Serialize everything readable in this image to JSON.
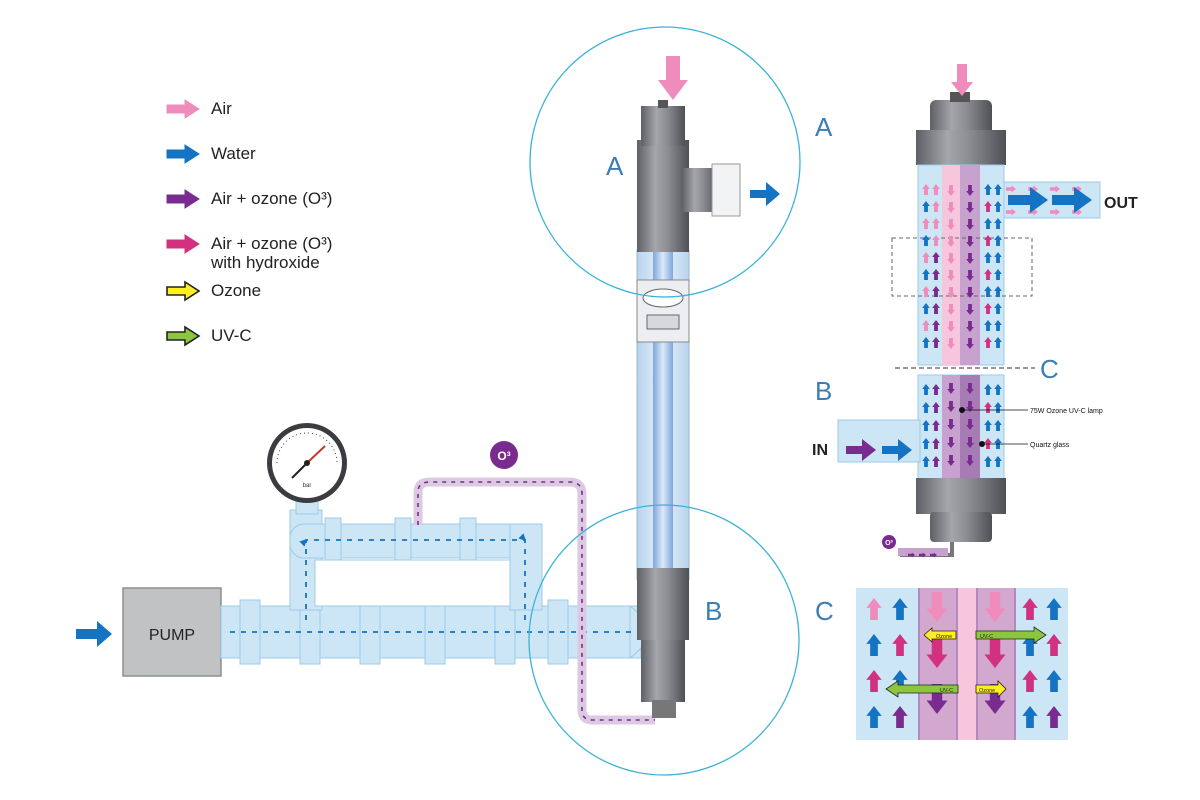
{
  "legend": [
    {
      "label": "Air",
      "color": "#f08cbc",
      "stroke": "#f08cbc"
    },
    {
      "label": "Water",
      "color": "#1473c2",
      "stroke": "#1473c2"
    },
    {
      "label": "Air + ozone (O³)",
      "color": "#7a2b8f",
      "stroke": "#7a2b8f"
    },
    {
      "label": "Air + ozone (O³)",
      "label2": "with hydroxide",
      "color": "#d2317f",
      "stroke": "#d2317f"
    },
    {
      "label": "Ozone",
      "color": "#ffee22",
      "stroke": "#222222"
    },
    {
      "label": "UV-C",
      "color": "#8cc63f",
      "stroke": "#222222"
    }
  ],
  "main": {
    "pump_label": "PUMP",
    "gauge_text": "bar",
    "ozone_badge": "O³",
    "zone_a_label": "A",
    "zone_b_label": "B"
  },
  "detail_top": {
    "label_a": "A",
    "label_c": "C",
    "out_label": "OUT"
  },
  "detail_bottom": {
    "label_b": "B",
    "in_label": "IN",
    "lamp_label": "75W Ozone UV-C lamp",
    "glass_label": "Quartz glass",
    "ozone_badge": "O³"
  },
  "detail_c": {
    "label_c": "C",
    "tags": [
      "Ozone",
      "UV-C",
      "UV-C",
      "Ozone"
    ]
  },
  "colors": {
    "air": "#f08cbc",
    "water": "#1473c2",
    "air_ozone": "#7a2b8f",
    "air_ozone_hydroxide": "#d2317f",
    "ozone": "#ffee22",
    "uvc": "#8cc63f",
    "pipe": "#cde6f6",
    "circle": "#3bb2d8"
  }
}
